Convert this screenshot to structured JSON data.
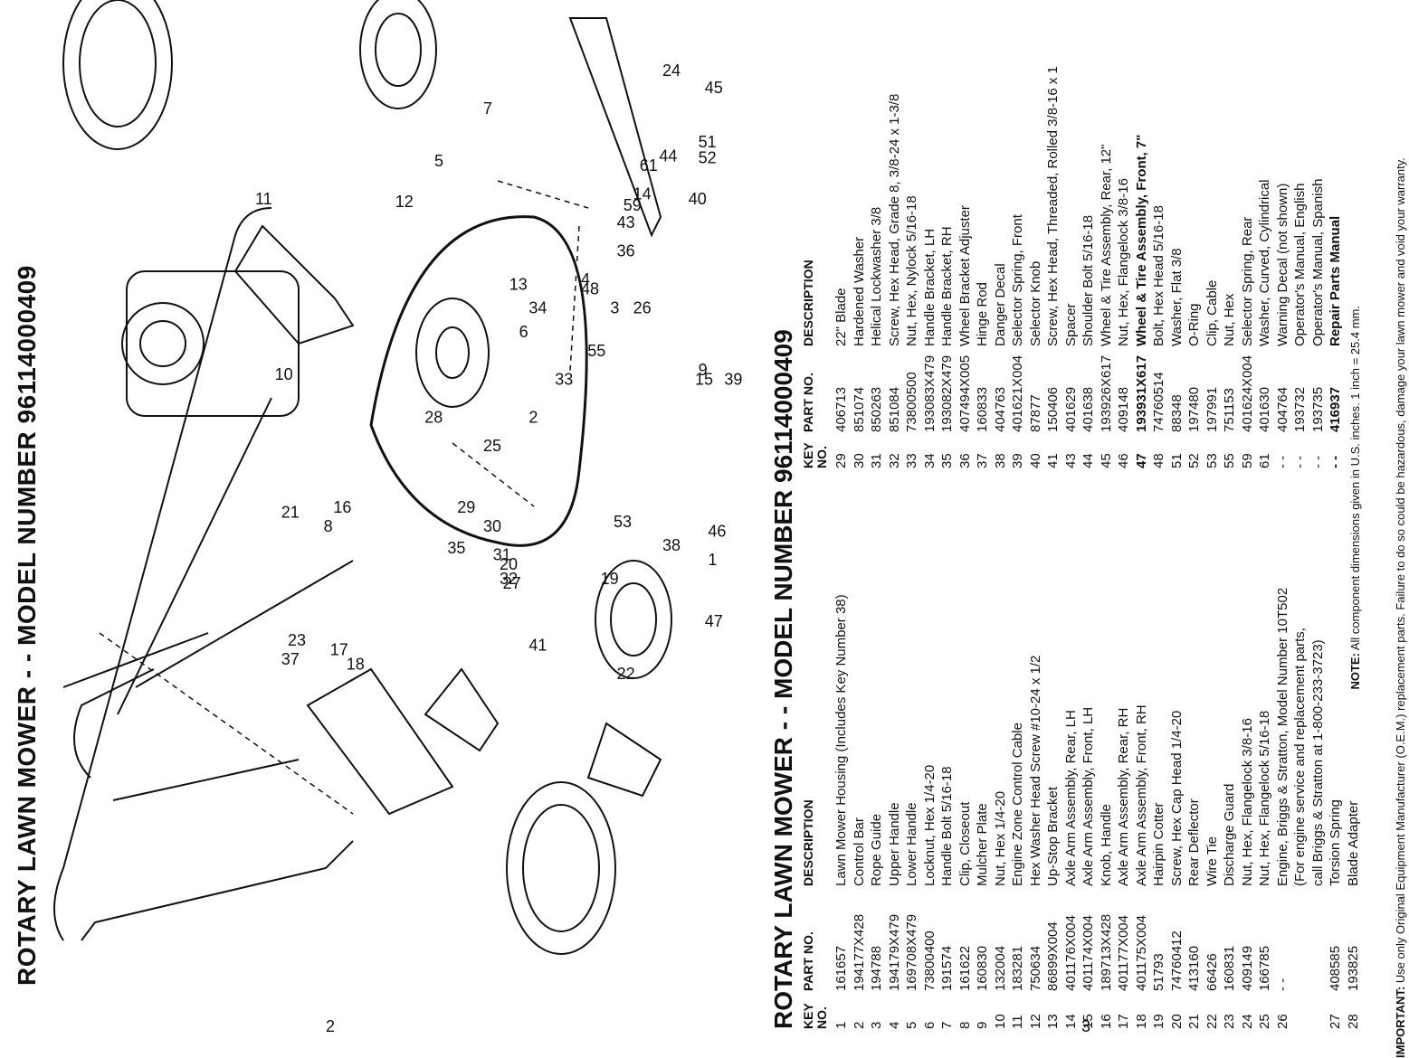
{
  "title": "ROTARY LAWN MOWER - - MODEL NUMBER  96114000409",
  "page_numbers": {
    "left": "2",
    "right": "3"
  },
  "diagram_callouts": [
    {
      "n": "24"
    },
    {
      "n": "45"
    },
    {
      "n": "46"
    },
    {
      "n": "47"
    },
    {
      "n": "28"
    },
    {
      "n": "29"
    },
    {
      "n": "30"
    },
    {
      "n": "31"
    },
    {
      "n": "32"
    },
    {
      "n": "51"
    },
    {
      "n": "52"
    },
    {
      "n": "44"
    },
    {
      "n": "61"
    },
    {
      "n": "14"
    },
    {
      "n": "40"
    },
    {
      "n": "59"
    },
    {
      "n": "43"
    },
    {
      "n": "36"
    },
    {
      "n": "26"
    },
    {
      "n": "48"
    },
    {
      "n": "34"
    },
    {
      "n": "6"
    },
    {
      "n": "39"
    },
    {
      "n": "15"
    },
    {
      "n": "55"
    },
    {
      "n": "33"
    },
    {
      "n": "25"
    },
    {
      "n": "41"
    },
    {
      "n": "53"
    },
    {
      "n": "38"
    },
    {
      "n": "1"
    },
    {
      "n": "22"
    },
    {
      "n": "19"
    },
    {
      "n": "18"
    },
    {
      "n": "8"
    },
    {
      "n": "7"
    },
    {
      "n": "5"
    },
    {
      "n": "35"
    },
    {
      "n": "16"
    },
    {
      "n": "2"
    },
    {
      "n": "27"
    },
    {
      "n": "17"
    },
    {
      "n": "37"
    },
    {
      "n": "23"
    },
    {
      "n": "20"
    },
    {
      "n": "10"
    },
    {
      "n": "11"
    },
    {
      "n": "12"
    },
    {
      "n": "13"
    },
    {
      "n": "4"
    },
    {
      "n": "3"
    },
    {
      "n": "9"
    },
    {
      "n": "21"
    }
  ],
  "table_headers": {
    "key": "KEY NO.",
    "part": "PART NO.",
    "desc": "DESCRIPTION"
  },
  "parts_left": [
    {
      "key": "1",
      "part": "161657",
      "desc": "Lawn Mower Housing (Includes Key Number 38)"
    },
    {
      "key": "2",
      "part": "194177X428",
      "desc": "Control Bar"
    },
    {
      "key": "3",
      "part": "194788",
      "desc": "Rope Guide"
    },
    {
      "key": "4",
      "part": "194179X479",
      "desc": "Upper Handle"
    },
    {
      "key": "5",
      "part": "169708X479",
      "desc": "Lower Handle"
    },
    {
      "key": "6",
      "part": "73800400",
      "desc": "Locknut, Hex  1/4-20"
    },
    {
      "key": "7",
      "part": "191574",
      "desc": "Handle Bolt   5/16-18"
    },
    {
      "key": "8",
      "part": "161622",
      "desc": "Clip, Closeout"
    },
    {
      "key": "9",
      "part": "160830",
      "desc": "Mulcher Plate"
    },
    {
      "key": "10",
      "part": "132004",
      "desc": "Nut, Hex  1/4-20"
    },
    {
      "key": "11",
      "part": "183281",
      "desc": "Engine Zone Control Cable"
    },
    {
      "key": "12",
      "part": "750634",
      "desc": "Hex Washer Head Screw  #10-24 x 1/2"
    },
    {
      "key": "13",
      "part": "86899X004",
      "desc": "Up-Stop Bracket"
    },
    {
      "key": "14",
      "part": "401176X004",
      "desc": "Axle Arm Assembly, Rear, LH"
    },
    {
      "key": "15",
      "part": "401174X004",
      "desc": "Axle Arm Assembly, Front, LH"
    },
    {
      "key": "16",
      "part": "189713X428",
      "desc": "Knob, Handle"
    },
    {
      "key": "17",
      "part": "401177X004",
      "desc": "Axle Arm Assembly, Rear, RH"
    },
    {
      "key": "18",
      "part": "401175X004",
      "desc": "Axle Arm Assembly, Front, RH"
    },
    {
      "key": "19",
      "part": "51793",
      "desc": "Hairpin Cotter"
    },
    {
      "key": "20",
      "part": "74760412",
      "desc": "Screw, Hex Cap Head  1/4-20"
    },
    {
      "key": "21",
      "part": "413160",
      "desc": "Rear Deflector"
    },
    {
      "key": "22",
      "part": "66426",
      "desc": "Wire Tie"
    },
    {
      "key": "23",
      "part": "160831",
      "desc": "Discharge Guard"
    },
    {
      "key": "24",
      "part": "409149",
      "desc": "Nut, Hex, Flangelock  3/8-16"
    },
    {
      "key": "25",
      "part": "166785",
      "desc": "Nut, Hex, Flangelock  5/16-18"
    },
    {
      "key": "26",
      "part": "- -",
      "desc": "Engine, Briggs & Stratton, Model Number 10T502"
    },
    {
      "key": "",
      "part": "",
      "desc": "(For engine service and replacement parts,"
    },
    {
      "key": "",
      "part": "",
      "desc": "call Briggs & Stratton at 1-800-233-3723)"
    },
    {
      "key": "27",
      "part": "408585",
      "desc": "Torsion Spring"
    },
    {
      "key": "28",
      "part": "193825",
      "desc": "Blade Adapter"
    }
  ],
  "parts_right": [
    {
      "key": "29",
      "part": "406713",
      "desc": "22\" Blade"
    },
    {
      "key": "30",
      "part": "851074",
      "desc": "Hardened Washer"
    },
    {
      "key": "31",
      "part": "850263",
      "desc": "Helical Lockwasher  3/8"
    },
    {
      "key": "32",
      "part": "851084",
      "desc": "Screw, Hex Head, Grade 8,  3/8-24 x 1-3/8"
    },
    {
      "key": "33",
      "part": "73800500",
      "desc": "Nut, Hex, Nylock  5/16-18"
    },
    {
      "key": "34",
      "part": "193083X479",
      "desc": "Handle Bracket, LH"
    },
    {
      "key": "35",
      "part": "193082X479",
      "desc": "Handle Bracket, RH"
    },
    {
      "key": "36",
      "part": "407494X005",
      "desc": "Wheel Bracket Adjuster"
    },
    {
      "key": "37",
      "part": "160833",
      "desc": "Hinge Rod"
    },
    {
      "key": "38",
      "part": "404763",
      "desc": "Danger Decal"
    },
    {
      "key": "39",
      "part": "401621X004",
      "desc": "Selector Spring, Front"
    },
    {
      "key": "40",
      "part": "87877",
      "desc": "Selector Knob"
    },
    {
      "key": "41",
      "part": "150406",
      "desc": "Screw, Hex Head,  Threaded, Rolled  3/8-16 x 1"
    },
    {
      "key": "43",
      "part": "401629",
      "desc": "Spacer"
    },
    {
      "key": "44",
      "part": "401638",
      "desc": "Shoulder Bolt  5/16-18"
    },
    {
      "key": "45",
      "part": "193926X617",
      "desc": "Wheel &  Tire Assembly, Rear, 12\""
    },
    {
      "key": "46",
      "part": "409148",
      "desc": "Nut, Hex, Flangelock  3/8-16"
    },
    {
      "key": "47",
      "part": "193931X617",
      "desc": "Wheel & Tire Assembly, Front, 7\"",
      "bold": true
    },
    {
      "key": "48",
      "part": "74760514",
      "desc": "Bolt, Hex Head  5/16-18"
    },
    {
      "key": "51",
      "part": "88348",
      "desc": "Washer, Flat  3/8"
    },
    {
      "key": "52",
      "part": "197480",
      "desc": "O-Ring"
    },
    {
      "key": "53",
      "part": "197991",
      "desc": "Clip, Cable"
    },
    {
      "key": "55",
      "part": "751153",
      "desc": "Nut, Hex"
    },
    {
      "key": "59",
      "part": "401624X004",
      "desc": "Selector Spring, Rear"
    },
    {
      "key": "61",
      "part": "401630",
      "desc": "Washer, Curved, Cylindrical"
    },
    {
      "key": "- -",
      "part": "404764",
      "desc": "Warning Decal (not shown)"
    },
    {
      "key": "- -",
      "part": "193732",
      "desc": "Operator's Manual, English"
    },
    {
      "key": "- -",
      "part": "193735",
      "desc": "Operator's Manual, Spanish"
    },
    {
      "key": "- -",
      "part": "416937",
      "desc": "Repair Parts Manual",
      "bold": true
    }
  ],
  "note_label": "NOTE:",
  "note_text": "  All component dimensions given in U.S. inches.  1 inch = 25.4 mm.",
  "important_label": "IMPORTANT:",
  "important_text": " Use only Original Equipment Manufacturer (O.E.M.) replacement parts.  Failure to do so could be hazardous, damage your lawn mower and void your warranty."
}
